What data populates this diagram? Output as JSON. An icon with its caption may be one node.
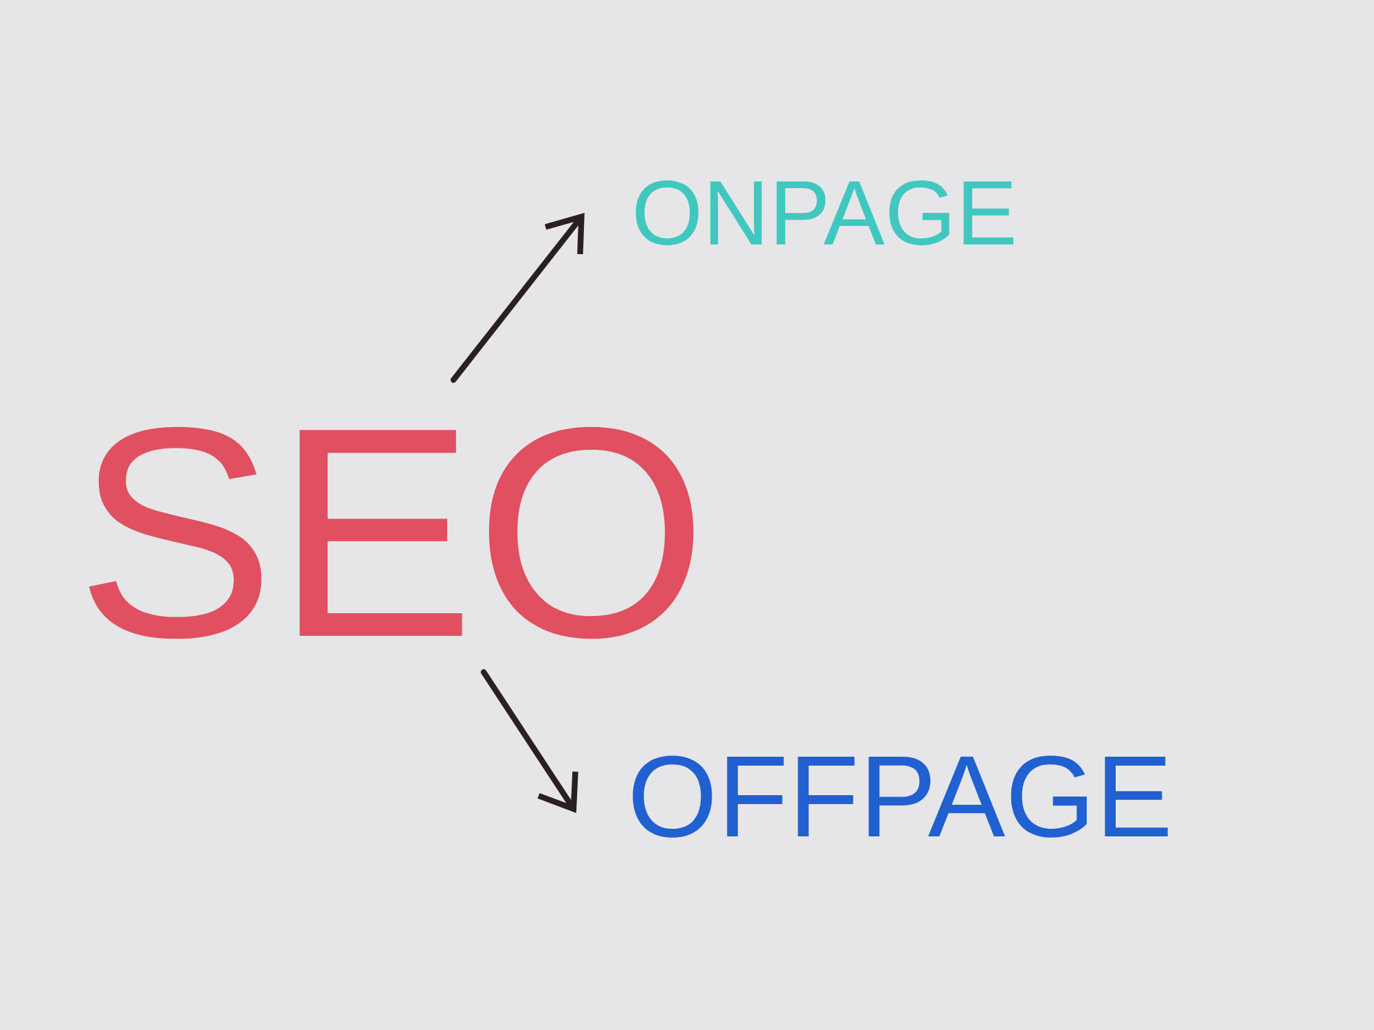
{
  "diagram": {
    "nodes": [
      {
        "text": [
          "SEO"
        ]
      },
      {
        "text": [
          "ONPAGE"
        ]
      },
      {
        "text": [
          "OFFPAGE"
        ]
      }
    ],
    "edges": [
      {
        "from": 0,
        "to": 1,
        "arrow": "to"
      },
      {
        "from": 0,
        "to": 2,
        "arrow": "to"
      }
    ]
  }
}
